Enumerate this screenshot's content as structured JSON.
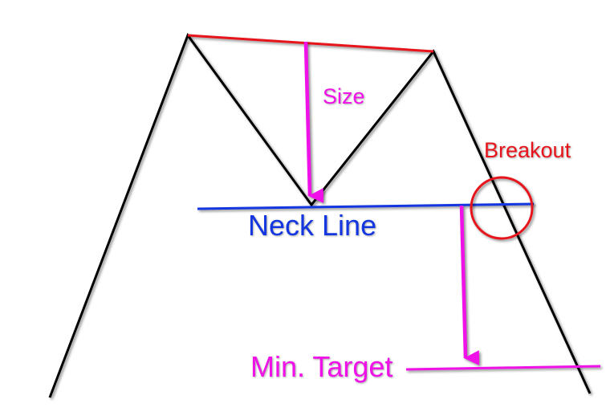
{
  "labels": {
    "size": "Size",
    "neck_line": "Neck Line",
    "breakout": "Breakout",
    "min_target": "Min. Target"
  },
  "colors": {
    "price_line": "#000000",
    "top_line": "#e8141b",
    "neck_line": "#1436e0",
    "measure": "#f010e8",
    "breakout": "#e8141b"
  }
}
